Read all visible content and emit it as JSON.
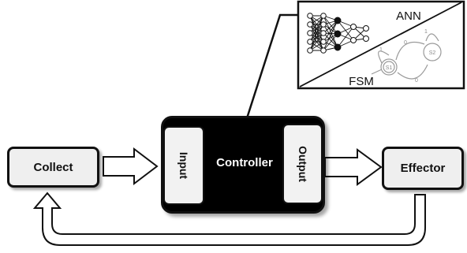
{
  "nodes": {
    "collect": "Collect",
    "controller": "Controller",
    "input": "Input",
    "output": "Output",
    "effector": "Effector"
  },
  "inset": {
    "ann_label": "ANN",
    "fsm_label": "FSM",
    "state_1": "S1",
    "state_2": "S2",
    "edge_labels": [
      "1",
      "0",
      "1",
      "0"
    ]
  }
}
